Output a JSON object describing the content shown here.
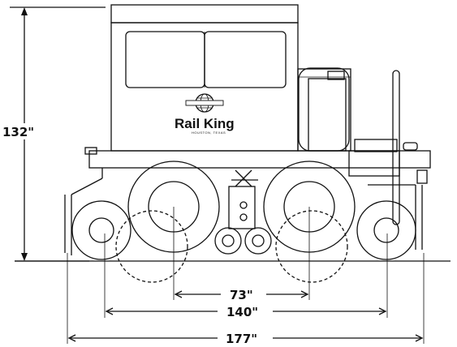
{
  "diagram": {
    "brand_name": "Rail King",
    "brand_location": "HOUSTON, TEXAS",
    "dimensions": {
      "height": "132\"",
      "axle_spacing": "73\"",
      "wheelbase_outer": "140\"",
      "overall_length": "177\""
    }
  }
}
